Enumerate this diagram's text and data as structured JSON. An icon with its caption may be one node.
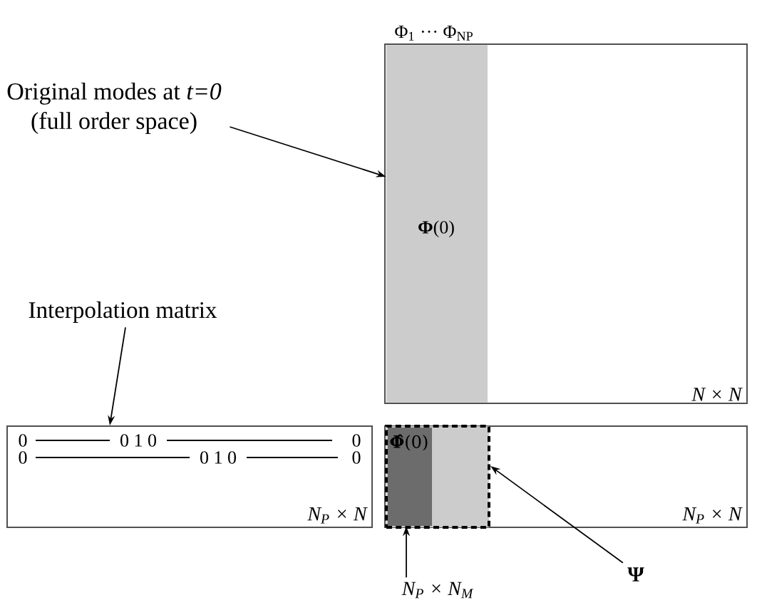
{
  "diagram": {
    "nodes": [
      {
        "text": [
          "Original modes at *t=0* (full order space)"
        ]
      },
      {
        "text": [
          "N × N"
        ]
      },
      {
        "text": [
          "Φ$_{1}$ ··· Φ$_{NP}$",
          "**Φ**(0)"
        ],
        "in": 1
      },
      {
        "text": [
          "Interpolation matrix"
        ]
      },
      {
        "text": [
          "0",
          "0 1 0",
          "0",
          "0",
          "0 1 0",
          "0",
          "N$_{P}$ × N"
        ]
      },
      {
        "text": [
          "N$_{P}$ × N"
        ]
      },
      {
        "text": [],
        "shape": "box",
        "in": 5
      },
      {
        "text": [
          "**Φ̂**(0)"
        ],
        "in": 6
      },
      {
        "text": [
          "N$_{P}$ × N$_{M}$"
        ]
      },
      {
        "text": [
          "Ψ"
        ]
      }
    ],
    "edges": [
      {
        "from": 0,
        "to": 2,
        "arrow": "to"
      },
      {
        "from": 3,
        "to": 4,
        "arrow": "to"
      },
      {
        "from": 8,
        "to": 7,
        "arrow": "to"
      },
      {
        "from": 9,
        "to": 6,
        "arrow": "to"
      }
    ]
  }
}
